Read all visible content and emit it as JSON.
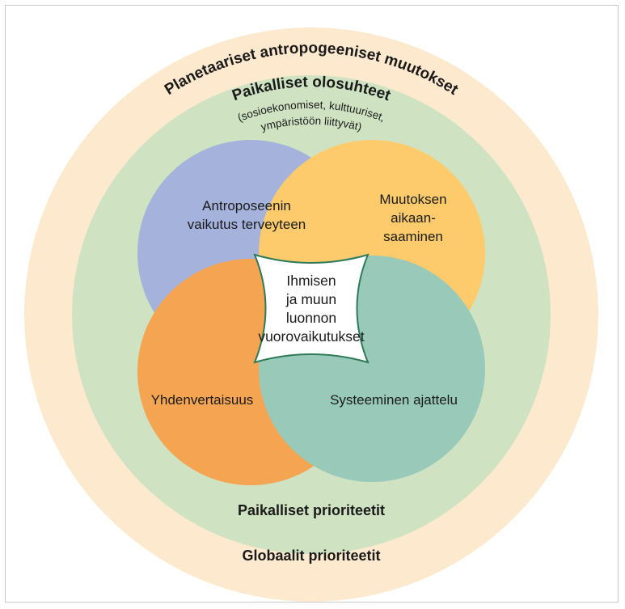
{
  "outer_ring": {
    "title": "Planetaariset antropogeeniset muutokset",
    "bottom_label": "Globaalit prioriteetit",
    "color": "#fde9cd"
  },
  "middle_ring": {
    "title": "Paikalliset olosuhteet",
    "subtitle_line1": "(sosioekonomiset, kulttuuriset,",
    "subtitle_line2": "ympäristöön liittyvät)",
    "bottom_label": "Paikalliset prioriteetit",
    "color": "#cfe3c3"
  },
  "circles": {
    "top_left": {
      "line1": "Antroposeenin",
      "line2": "vaikutus terveyteen",
      "color": "#a5b3dc"
    },
    "top_right": {
      "line1": "Muutoksen",
      "line2": "aikaan-",
      "line3": "saaminen",
      "color": "#fdcb6b"
    },
    "bottom_left": {
      "line1": "Yhdenvertaisuus",
      "color": "#f5a551"
    },
    "bottom_right": {
      "line1": "Systeeminen ajattelu",
      "color": "#98c9b9"
    }
  },
  "center": {
    "line1": "Ihmisen",
    "line2": "ja muun",
    "line3": "luonnon",
    "line4": "vuorovaikutukset",
    "border_color": "#2e7b57"
  }
}
